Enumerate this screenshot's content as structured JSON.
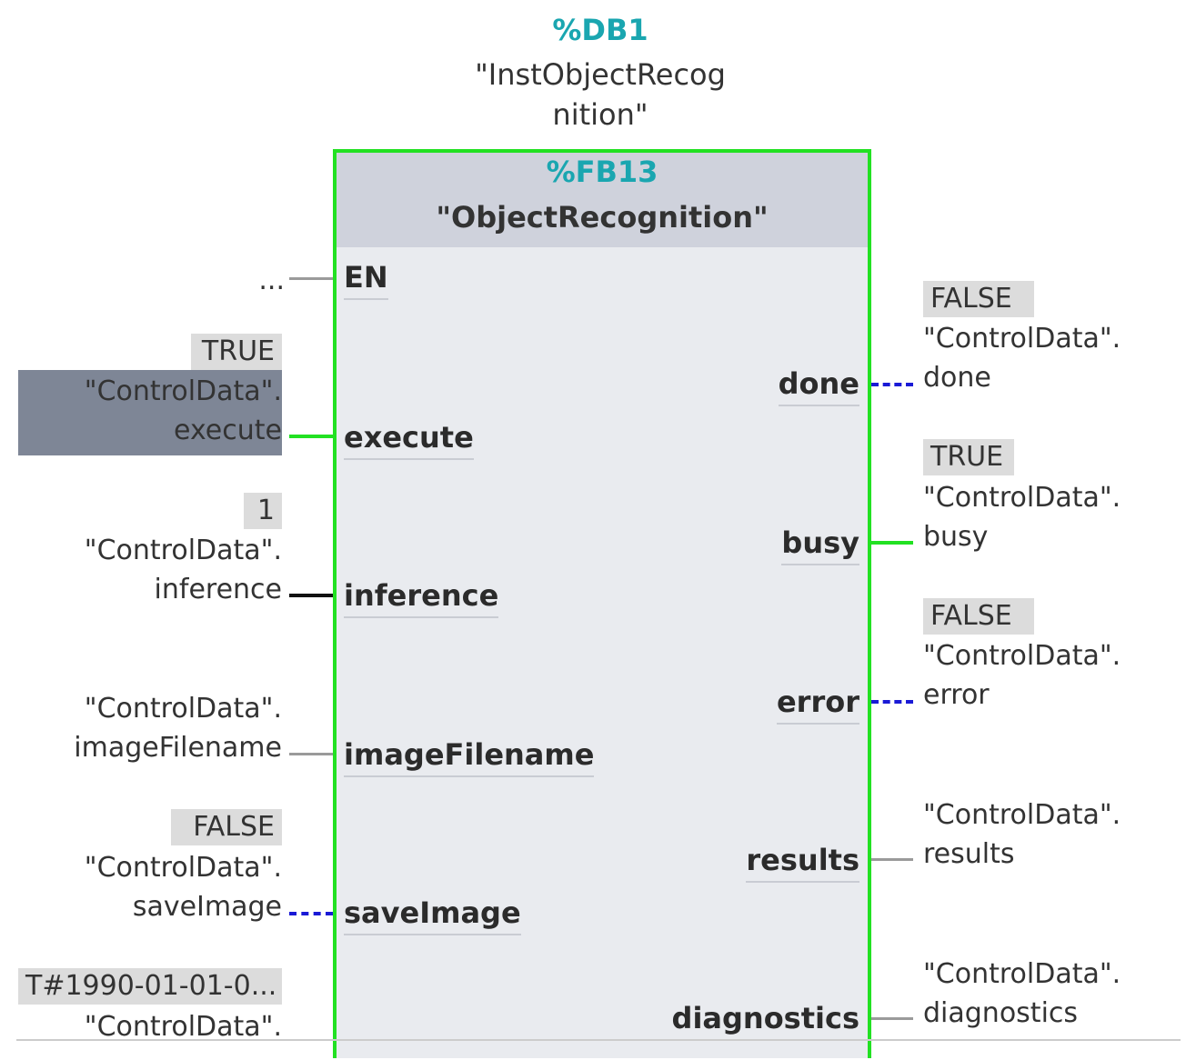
{
  "instance": {
    "db_number": "%DB1",
    "name_line1": "\"InstObjectRecog",
    "name_line2": "nition\""
  },
  "block": {
    "fb_number": "%FB13",
    "name": "\"ObjectRecognition\""
  },
  "inputs": {
    "en": {
      "pin": "EN",
      "operand": "..."
    },
    "execute": {
      "pin": "execute",
      "value": "TRUE",
      "operand_line1": "\"ControlData\".",
      "operand_line2": "execute"
    },
    "inference": {
      "pin": "inference",
      "value": "1",
      "operand_line1": "\"ControlData\".",
      "operand_line2": "inference"
    },
    "imageFilename": {
      "pin": "imageFilename",
      "operand_line1": "\"ControlData\".",
      "operand_line2": "imageFilename"
    },
    "saveImage": {
      "pin": "saveImage",
      "value": "FALSE",
      "operand_line1": "\"ControlData\".",
      "operand_line2": "saveImage"
    },
    "time": {
      "value": "T#1990-01-01-0...",
      "operand_line1": "\"ControlData\"."
    }
  },
  "outputs": {
    "done": {
      "pin": "done",
      "value": "FALSE",
      "operand_line1": "\"ControlData\".",
      "operand_line2": "done"
    },
    "busy": {
      "pin": "busy",
      "value": "TRUE",
      "operand_line1": "\"ControlData\".",
      "operand_line2": "busy"
    },
    "error": {
      "pin": "error",
      "value": "FALSE",
      "operand_line1": "\"ControlData\".",
      "operand_line2": "error"
    },
    "results": {
      "pin": "results",
      "operand_line1": "\"ControlData\".",
      "operand_line2": "results"
    },
    "diagnostics": {
      "pin": "diagnostics",
      "operand_line1": "\"ControlData\".",
      "operand_line2": "diagnostics"
    }
  },
  "colors": {
    "block_border": "#22e122",
    "block_header": "#cfd2dc",
    "block_body": "#e9ebef",
    "address": "#1aa6b0",
    "wire_true": "#22e122",
    "wire_false": "#1a1ad6",
    "wire_value": "#111111",
    "wire_unset": "#9a9a9a",
    "value_box": "#dcdcdc",
    "selection": "#7e8696"
  }
}
